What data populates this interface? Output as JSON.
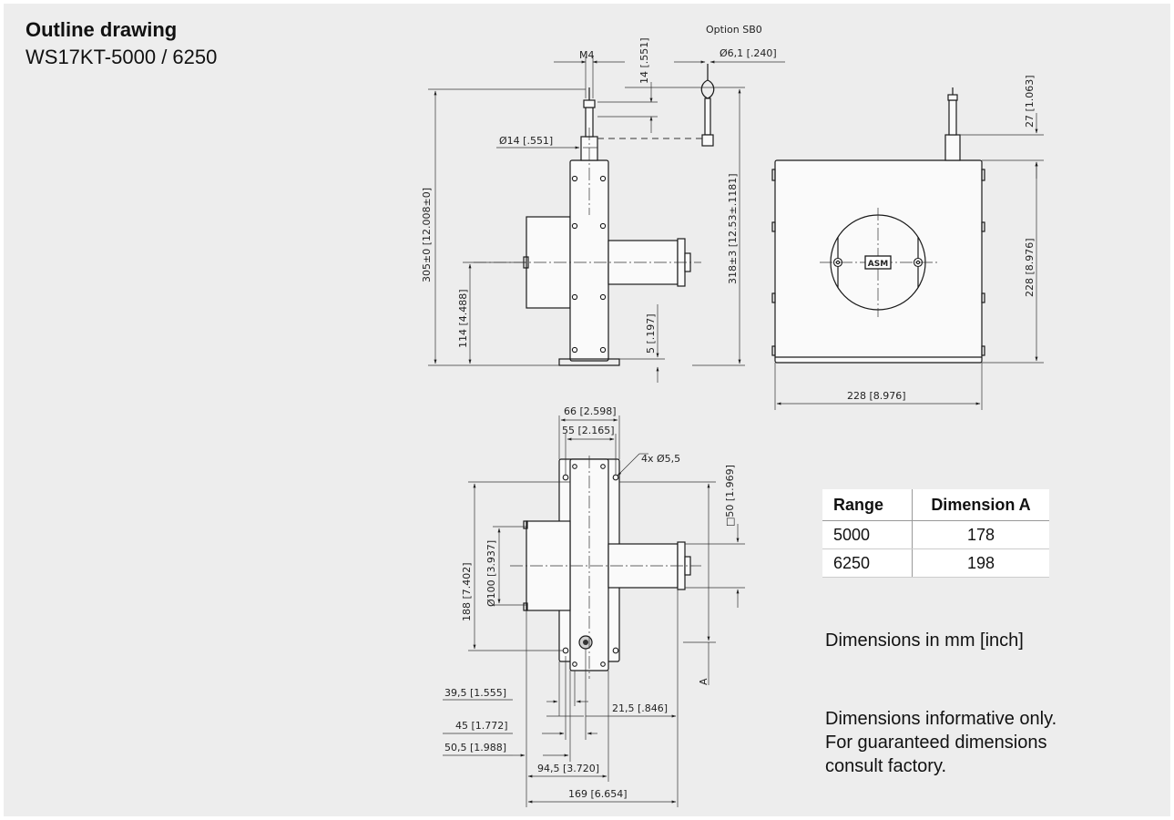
{
  "header": {
    "title": "Outline drawing",
    "subtitle": "WS17KT-5000 / 6250"
  },
  "drawing": {
    "option_label": "Option SB0",
    "logo_text": "ASM",
    "dims": {
      "m4": "M4",
      "d61": "Ø6,1 [.240]",
      "d14v": "14 [.551]",
      "d14dia": "Ø14 [.551]",
      "h305": "305±0 [12.008±0]",
      "h114": "114 [4.488]",
      "d5": "5 [.197]",
      "h318": "318±3 [12.53±.1181]",
      "d27": "27 [1.063]",
      "h228": "228 [8.976]",
      "w228": "228 [8.976]",
      "w66": "66 [2.598]",
      "w55": "55 [2.165]",
      "holes": "4x Ø5,5",
      "h188": "188 [7.402]",
      "d100": "Ø100 [3.937]",
      "sq50": "□50 [1.969]",
      "a": "A",
      "d395": "39,5 [1.555]",
      "d215": "21,5 [.846]",
      "d45": "45 [1.772]",
      "d505": "50,5 [1.988]",
      "d945": "94,5 [3.720]",
      "d169": "169 [6.654]"
    }
  },
  "range_table": {
    "headers": [
      "Range",
      "Dimension A"
    ],
    "rows": [
      [
        "5000",
        "178"
      ],
      [
        "6250",
        "198"
      ]
    ]
  },
  "notes": {
    "units": "Dimensions in mm [inch]",
    "disclaimer_1": "Dimensions informative only.",
    "disclaimer_2": "For guaranteed dimensions",
    "disclaimer_3": "consult factory."
  }
}
